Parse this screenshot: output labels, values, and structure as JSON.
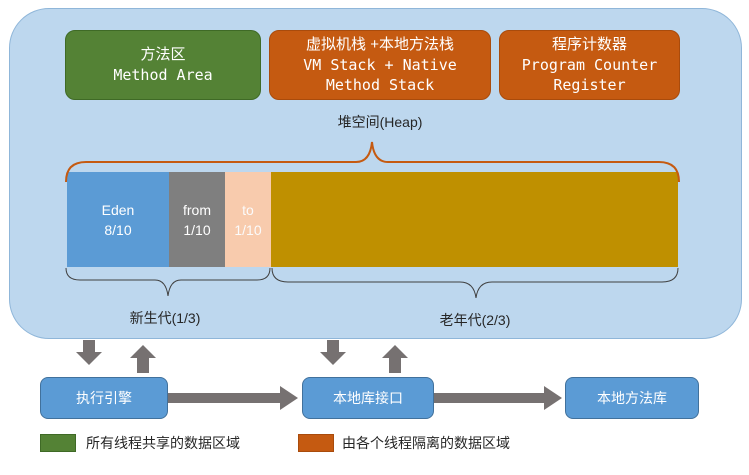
{
  "method_area": {
    "cn": "方法区",
    "en": "Method Area"
  },
  "vm_stack": {
    "cn": "虚拟机栈 +本地方法栈",
    "en1": "VM Stack + Native",
    "en2": "Method Stack"
  },
  "pc_register": {
    "cn": "程序计数器",
    "en1": "Program Counter",
    "en2": "Register"
  },
  "heap": {
    "label": "堆空间(Heap)",
    "eden": {
      "name": "Eden",
      "ratio": "8/10"
    },
    "from": {
      "name": "from",
      "ratio": "1/10"
    },
    "to": {
      "name": "to",
      "ratio": "1/10"
    },
    "young_label": "新生代(1/3)",
    "old_label": "老年代(2/3)"
  },
  "bottom": {
    "exec_engine": "执行引擎",
    "native_interface": "本地库接口",
    "native_library": "本地方法库"
  },
  "legend": {
    "shared": "所有线程共享的数据区域",
    "isolated": "由各个线程隔离的数据区域"
  },
  "colors": {
    "shared_green": "#548235",
    "isolated_orange": "#c55a11",
    "jvm_background": "#bdd7ee",
    "blue_box": "#5b9bd5",
    "old_gen": "#bf9000",
    "arrow_gray": "#767171"
  }
}
